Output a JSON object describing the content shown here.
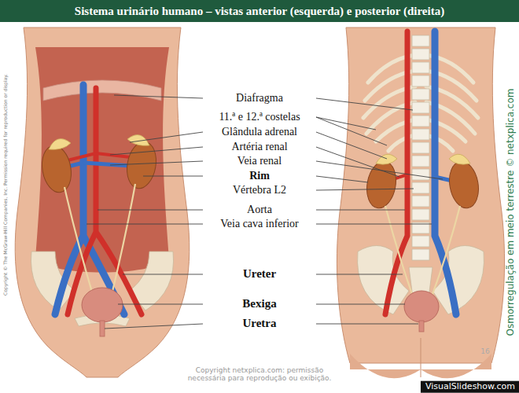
{
  "diagram": {
    "title": "Sistema urinário humano – vistas anterior (esquerda) e posterior (direita)",
    "labels": [
      "Diafragma",
      "11.ª e 12.ª costelas",
      "Glândula adrenal",
      "Artéria renal",
      "Veia renal",
      "Rim",
      "Vértebra L2",
      "Aorta",
      "Veia cava inferior",
      "Ureter",
      "Bexiga",
      "Uretra",
      "Copyright © The McGraw-Hill Companies, Inc. Permission required for reproduction or display.",
      "Osmorregulação em meio terrestre © netxplica.com",
      "Copyright netxplica.com: permissão necessária para reprodução ou exibição.",
      "16",
      "VisualSlideshow.com"
    ]
  }
}
